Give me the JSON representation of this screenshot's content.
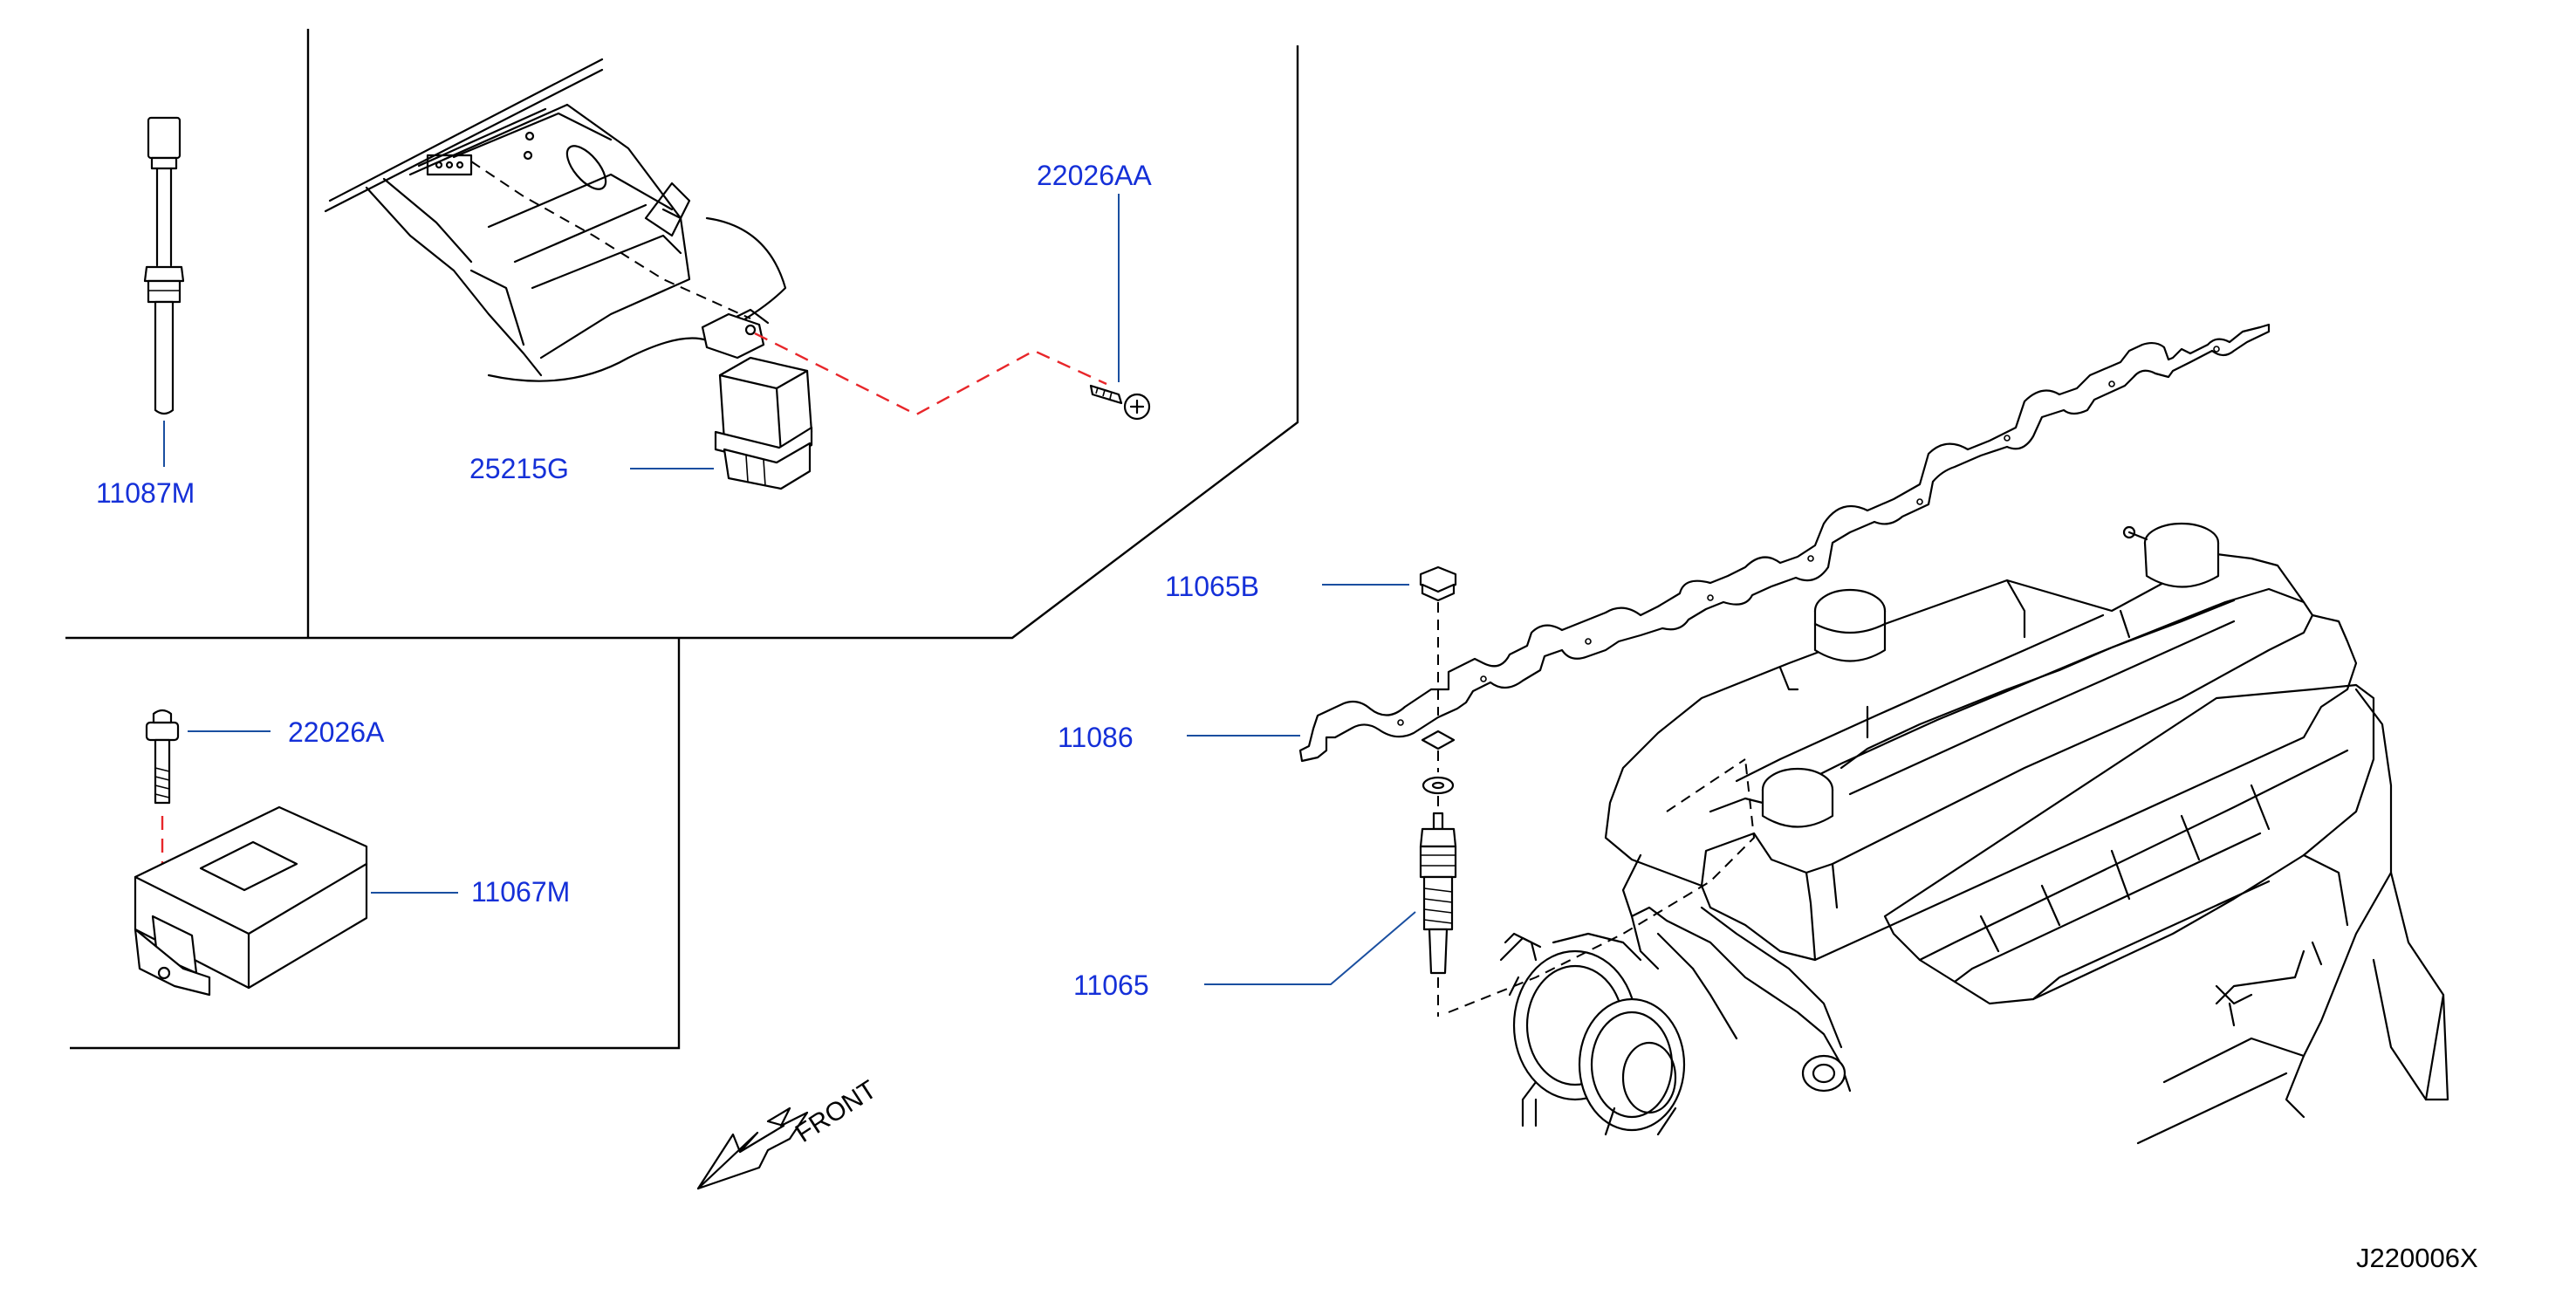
{
  "parts": [
    {
      "id": "11087M",
      "label": "11087M"
    },
    {
      "id": "25215G",
      "label": "25215G"
    },
    {
      "id": "22026AA",
      "label": "22026AA"
    },
    {
      "id": "22026A",
      "label": "22026A"
    },
    {
      "id": "11067M",
      "label": "11067M"
    },
    {
      "id": "11065B",
      "label": "11065B"
    },
    {
      "id": "11086",
      "label": "11086"
    },
    {
      "id": "11065",
      "label": "11065"
    }
  ],
  "direction_label": "FRONT",
  "diagram_code": "J220006X",
  "colors": {
    "label": "#1530d8",
    "leader": "#1a4fa0",
    "connector_dash": "#e8262a",
    "ink": "#000000"
  }
}
